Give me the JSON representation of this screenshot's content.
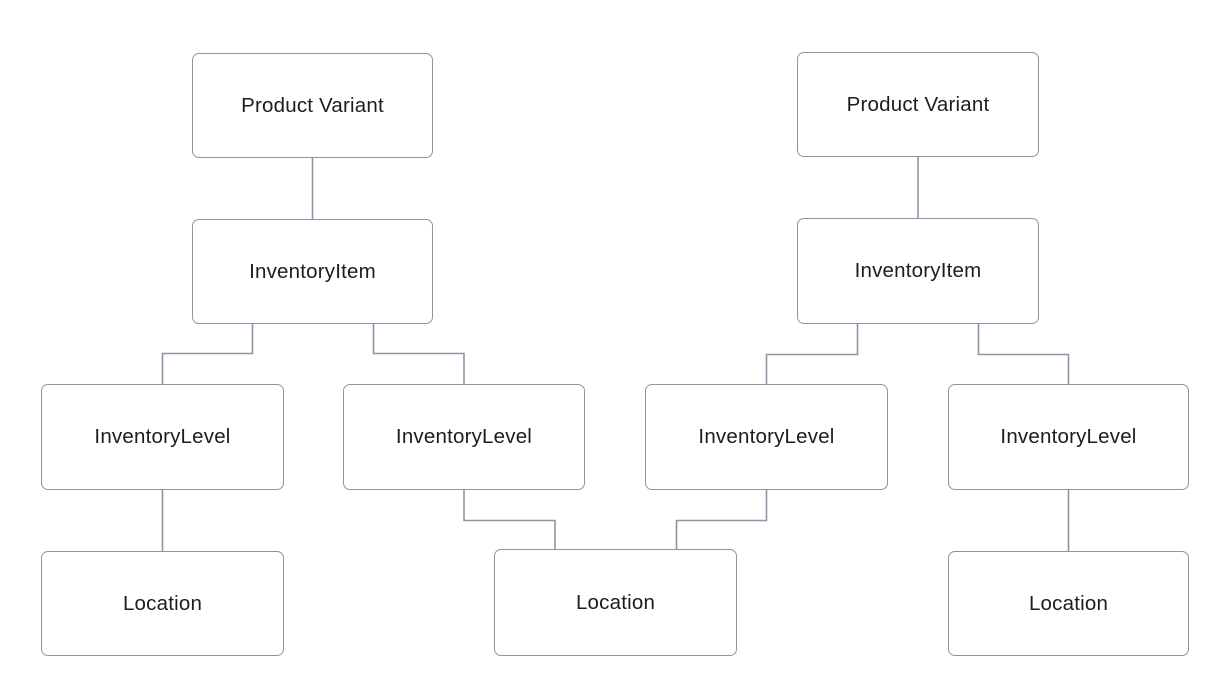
{
  "diagram": {
    "type": "tree",
    "nodes": [
      {
        "id": "product-variant-1",
        "label": "Product Variant"
      },
      {
        "id": "inventory-item-1",
        "label": "InventoryItem"
      },
      {
        "id": "inventory-level-1",
        "label": "InventoryLevel"
      },
      {
        "id": "inventory-level-2",
        "label": "InventoryLevel"
      },
      {
        "id": "location-1",
        "label": "Location"
      },
      {
        "id": "location-shared",
        "label": "Location"
      },
      {
        "id": "product-variant-2",
        "label": "Product Variant"
      },
      {
        "id": "inventory-item-2",
        "label": "InventoryItem"
      },
      {
        "id": "inventory-level-3",
        "label": "InventoryLevel"
      },
      {
        "id": "inventory-level-4",
        "label": "InventoryLevel"
      },
      {
        "id": "location-3",
        "label": "Location"
      }
    ],
    "edges": [
      {
        "from": "product-variant-1",
        "to": "inventory-item-1"
      },
      {
        "from": "inventory-item-1",
        "to": "inventory-level-1"
      },
      {
        "from": "inventory-item-1",
        "to": "inventory-level-2"
      },
      {
        "from": "inventory-level-1",
        "to": "location-1"
      },
      {
        "from": "inventory-level-2",
        "to": "location-shared"
      },
      {
        "from": "product-variant-2",
        "to": "inventory-item-2"
      },
      {
        "from": "inventory-item-2",
        "to": "inventory-level-3"
      },
      {
        "from": "inventory-item-2",
        "to": "inventory-level-4"
      },
      {
        "from": "inventory-level-3",
        "to": "location-shared"
      },
      {
        "from": "inventory-level-4",
        "to": "location-3"
      }
    ],
    "colors": {
      "node_border": "#8a96a6",
      "node_background": "#ffffff",
      "label_text": "#1c1d1f",
      "connector": "#8a96a6",
      "canvas_background": "#ffffff"
    }
  }
}
